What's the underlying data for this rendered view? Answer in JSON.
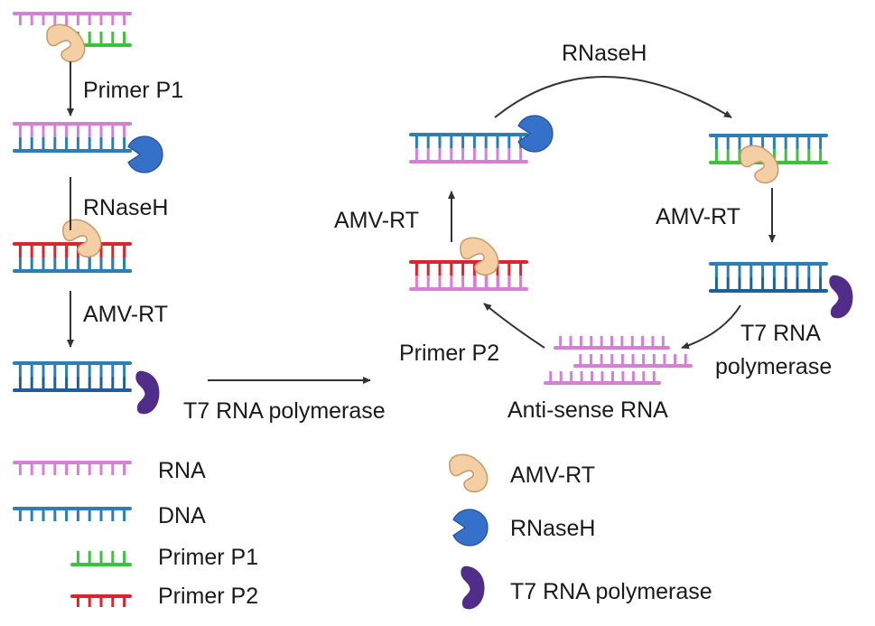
{
  "colors": {
    "rna": "#d67fd6",
    "dna": "#2a7fb8",
    "dna_dark": "#1f5f99",
    "primer_p1": "#3cc23c",
    "primer_p2": "#d9262e",
    "amv_rt": "#f4cfa4",
    "amv_rt_stroke": "#c9996a",
    "rnaseh": "#3570c9",
    "t7": "#512d8a"
  },
  "labels": {
    "left_step1": "Primer  P1",
    "left_step2": "RNaseH",
    "left_step3": "AMV-RT",
    "bottom_arrow": "T7 RNA polymerase",
    "cycle_top": "RNaseH",
    "cycle_right": "AMV-RT",
    "cycle_left": "AMV-RT",
    "cycle_t7_line1": "T7 RNA",
    "cycle_t7_line2": "polymerase",
    "cycle_primer": "Primer P2",
    "antisense": "Anti-sense RNA"
  },
  "legend": {
    "strands": [
      {
        "key": "rna",
        "label": "RNA"
      },
      {
        "key": "dna",
        "label": "DNA"
      },
      {
        "key": "primer_p1",
        "label": "Primer P1"
      },
      {
        "key": "primer_p2",
        "label": "Primer P2"
      }
    ],
    "enzymes": [
      {
        "key": "amv_rt",
        "label": "AMV-RT"
      },
      {
        "key": "rnaseh",
        "label": "RNaseH"
      },
      {
        "key": "t7",
        "label": "T7 RNA polymerase"
      }
    ]
  }
}
